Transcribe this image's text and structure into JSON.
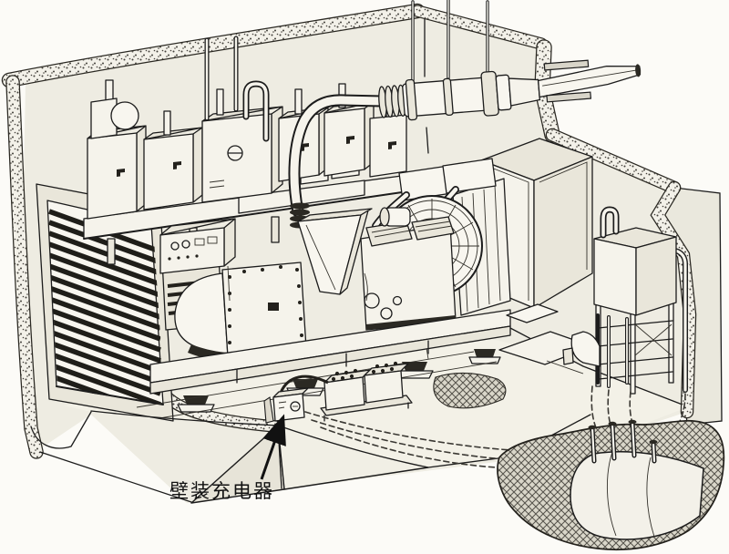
{
  "figure": {
    "label": {
      "text": "壁装充电器"
    },
    "palette": {
      "paper": "#fcfbf7",
      "ink": "#1c1c1c",
      "wall": "#eeece2",
      "floor": "#f3f1e7",
      "shade": "#e7e4d8",
      "dark": "#2b2923"
    },
    "components": [
      "machine-room-cutaway",
      "intake-louver",
      "wall-control-panels",
      "conduits",
      "exhaust-muffler",
      "exhaust-riser-pipe",
      "muffler-hanger-rods",
      "wall-thimble",
      "intake-silencer",
      "diesel-engine",
      "radiator-fan-guard",
      "radiator",
      "air-discharge-duct",
      "alternator",
      "generator-control-box",
      "skid-base",
      "vibration-isolators",
      "starting-batteries",
      "wall-mounted-charger",
      "day-fuel-tank",
      "floor-duct-elbow",
      "buried-fuel-lines",
      "underground-fuel-tank",
      "earth-mound",
      "leader-arrow",
      "caption-label"
    ]
  }
}
